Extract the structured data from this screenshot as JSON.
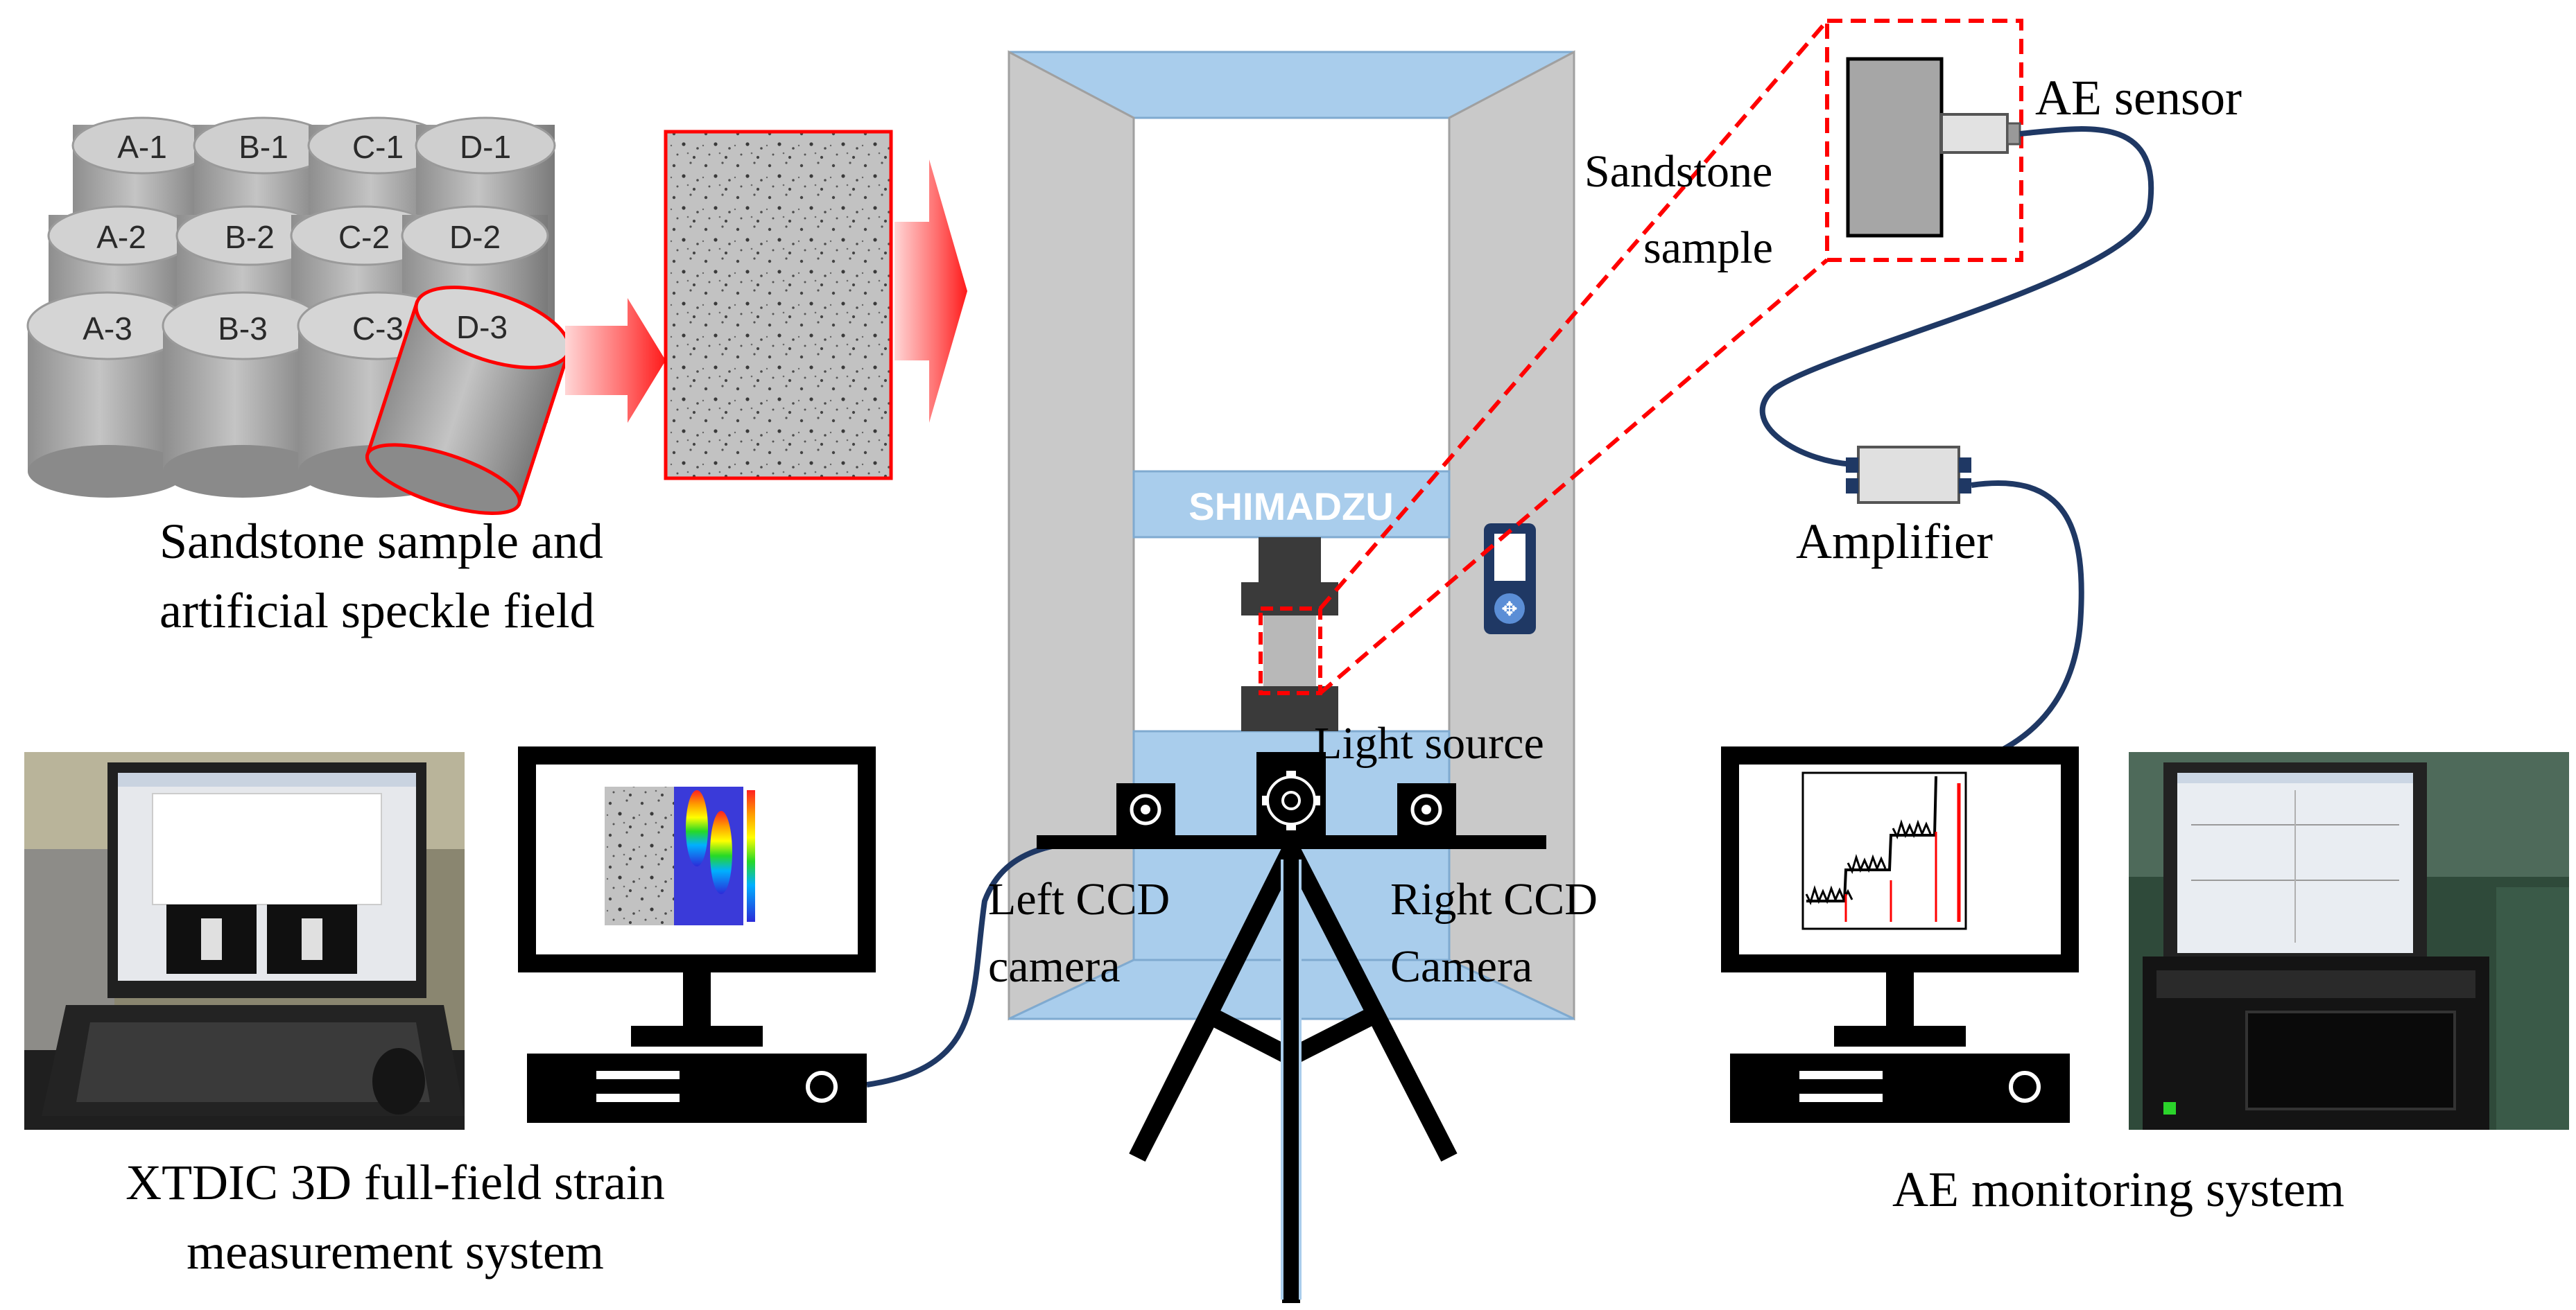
{
  "captions": {
    "sample_line1": "Sandstone sample and",
    "sample_line2": "artificial speckle field",
    "xtdic_line1": "XTDIC 3D full-field strain",
    "xtdic_line2": "measurement system",
    "ae_system": "AE monitoring system"
  },
  "machine": {
    "brand": "SHIMADZU"
  },
  "labels": {
    "ae_sensor": "AE sensor",
    "sandstone_line1": "Sandstone",
    "sandstone_line2": "sample",
    "amplifier": "Amplifier",
    "light_source": "Light source",
    "left_ccd_line1": "Left CCD",
    "left_ccd_line2": "camera",
    "right_ccd_line1": "Right CCD",
    "right_ccd_line2": "Camera"
  },
  "samples": [
    "A-1",
    "B-1",
    "C-1",
    "D-1",
    "A-2",
    "B-2",
    "C-2",
    "D-2",
    "A-3",
    "B-3",
    "C-3",
    "D-3"
  ],
  "colors": {
    "frame_gray": "#c9c9c9",
    "frame_blue": "#a9cdec",
    "highlight_red": "#ff0000",
    "cable_navy": "#1f3864",
    "monitor_black": "#000000"
  }
}
